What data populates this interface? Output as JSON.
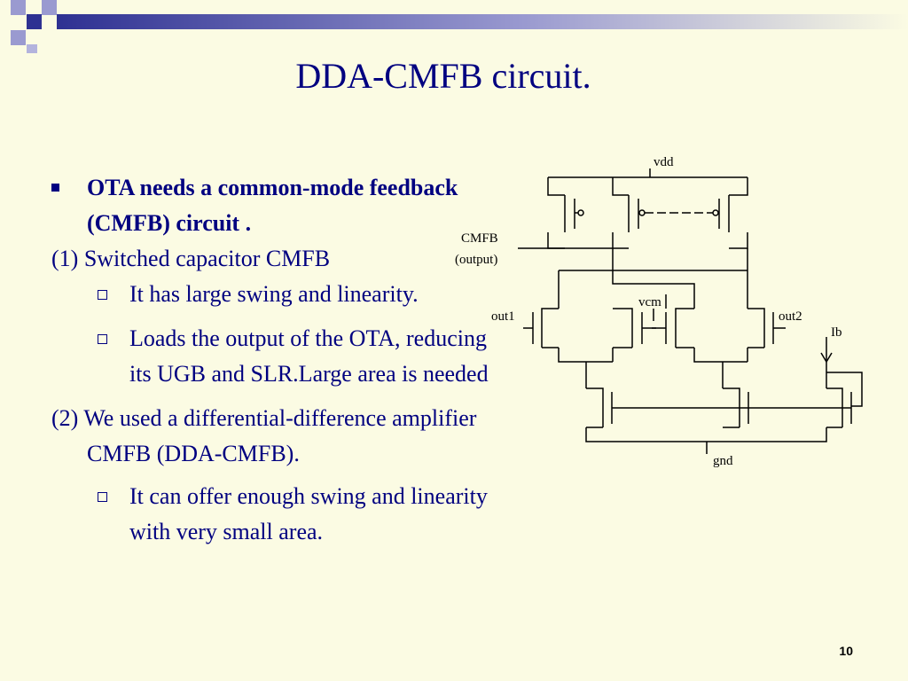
{
  "slide": {
    "title": "DDA-CMFB circuit.",
    "page_number": "10"
  },
  "content": {
    "bullet_1": "OTA needs a common-mode feedback (CMFB) circuit .",
    "item_1": "(1) Switched capacitor CMFB",
    "sub_1a": "It has large swing and linearity.",
    "sub_1b": "Loads the output of the OTA, reducing its UGB and SLR.Large area is needed",
    "item_2": "(2) We used a differential-difference amplifier CMFB (DDA-CMFB).",
    "sub_2a": "It can offer enough swing and linearity with very small area."
  },
  "circuit": {
    "vdd": "vdd",
    "cmfb": "CMFB",
    "cmfb_sub": "(output)",
    "vcm": "vcm",
    "out1": "out1",
    "out2": "out2",
    "ib": "Ib",
    "gnd": "gnd"
  },
  "colors": {
    "background": "#fbfbe3",
    "text": "#000080",
    "decor_dark": "#2e3192",
    "decor_light": "#9a9ad0"
  }
}
